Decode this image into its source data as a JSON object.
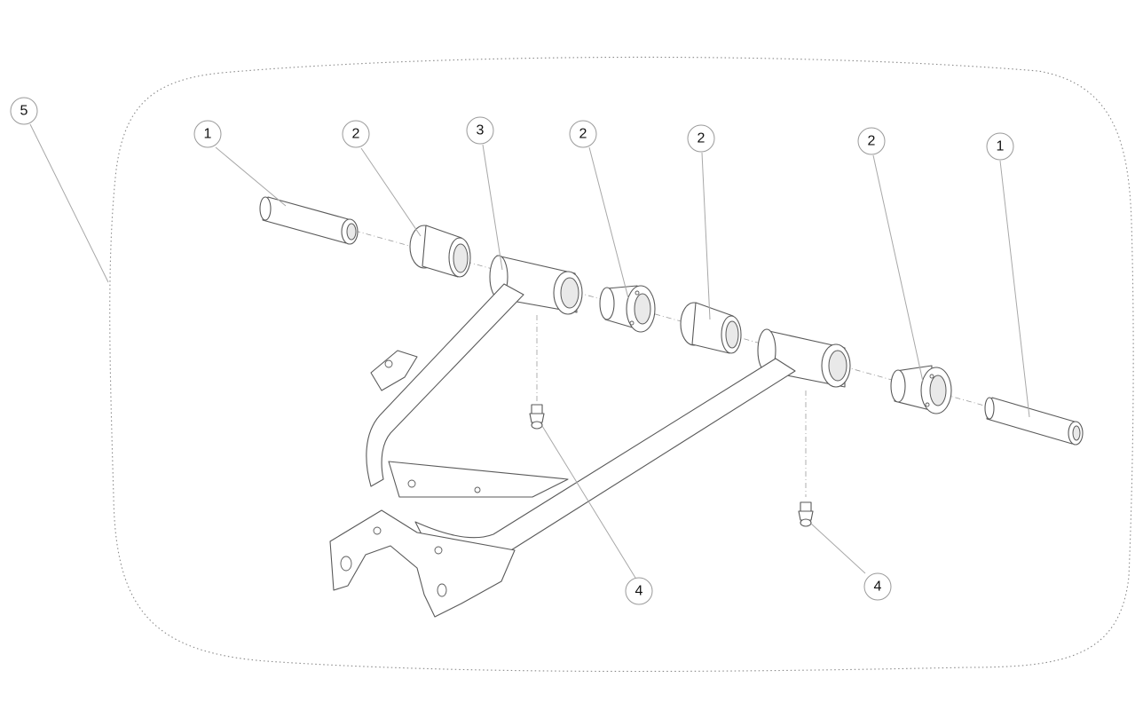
{
  "callouts": [
    {
      "id": "c-5",
      "label": "5",
      "part": "assembly"
    },
    {
      "id": "c-1a",
      "label": "1",
      "part": "sleeve"
    },
    {
      "id": "c-2a",
      "label": "2",
      "part": "bushing"
    },
    {
      "id": "c-3",
      "label": "3",
      "part": "control-arm"
    },
    {
      "id": "c-2b",
      "label": "2",
      "part": "bushing"
    },
    {
      "id": "c-2c",
      "label": "2",
      "part": "bushing"
    },
    {
      "id": "c-2d",
      "label": "2",
      "part": "bushing"
    },
    {
      "id": "c-1b",
      "label": "1",
      "part": "sleeve"
    },
    {
      "id": "c-4a",
      "label": "4",
      "part": "grease-fitting"
    },
    {
      "id": "c-4b",
      "label": "4",
      "part": "grease-fitting"
    }
  ],
  "colors": {
    "line": "#5a5a5a",
    "leader": "#a8a8a8",
    "boundary": "#8a8a8a",
    "background": "#ffffff"
  }
}
